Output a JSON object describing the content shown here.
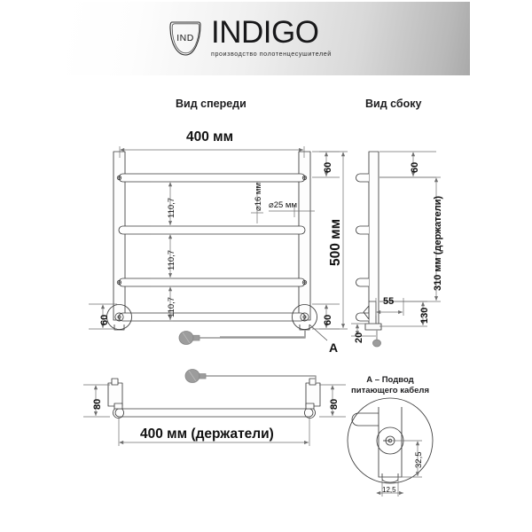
{
  "brand": {
    "name": "INDIGO",
    "tagline": "производство полотенцесушителей",
    "mark_text": "IND",
    "mark_icon": "shield-logo-icon"
  },
  "views": {
    "front": {
      "title": "Вид спереди"
    },
    "side": {
      "title": "Вид сбоку"
    },
    "bottom": {
      "title": ""
    },
    "detail": {
      "title": "А – Подвод\nпитающего кабеля",
      "line1": "А – Подвод",
      "line2": "питающего кабеля"
    }
  },
  "dimensions": {
    "front": {
      "width": "400 мм",
      "height": "500 мм",
      "top_offset": "60",
      "bottom_offset_right": "60",
      "bottom_offset_left": "60",
      "rail_gap_1": "110,7",
      "rail_gap_2": "110,7",
      "rail_gap_3": "110,7",
      "pipe_dia_rail": "⌀16 мм",
      "pipe_dia_post": "⌀25 мм",
      "detail_marker": "А"
    },
    "side": {
      "top_offset": "60",
      "bracket_span": "310 мм (держатели)",
      "cable_box_width": "55",
      "cable_box_height": "130",
      "bottom_offset": "20"
    },
    "bottom": {
      "depth_left": "80",
      "depth_right": "80",
      "holder_width": "400 мм (держатели)"
    },
    "detail": {
      "vertical": "32,5",
      "horizontal": "12,5"
    }
  },
  "colors": {
    "line": "#3a3a3a",
    "dim_line": "#6f6f6f",
    "text": "#111111",
    "banner_start": "#ffffff",
    "banner_end": "#a9a9a9",
    "fill_light": "#fbfbfb"
  }
}
